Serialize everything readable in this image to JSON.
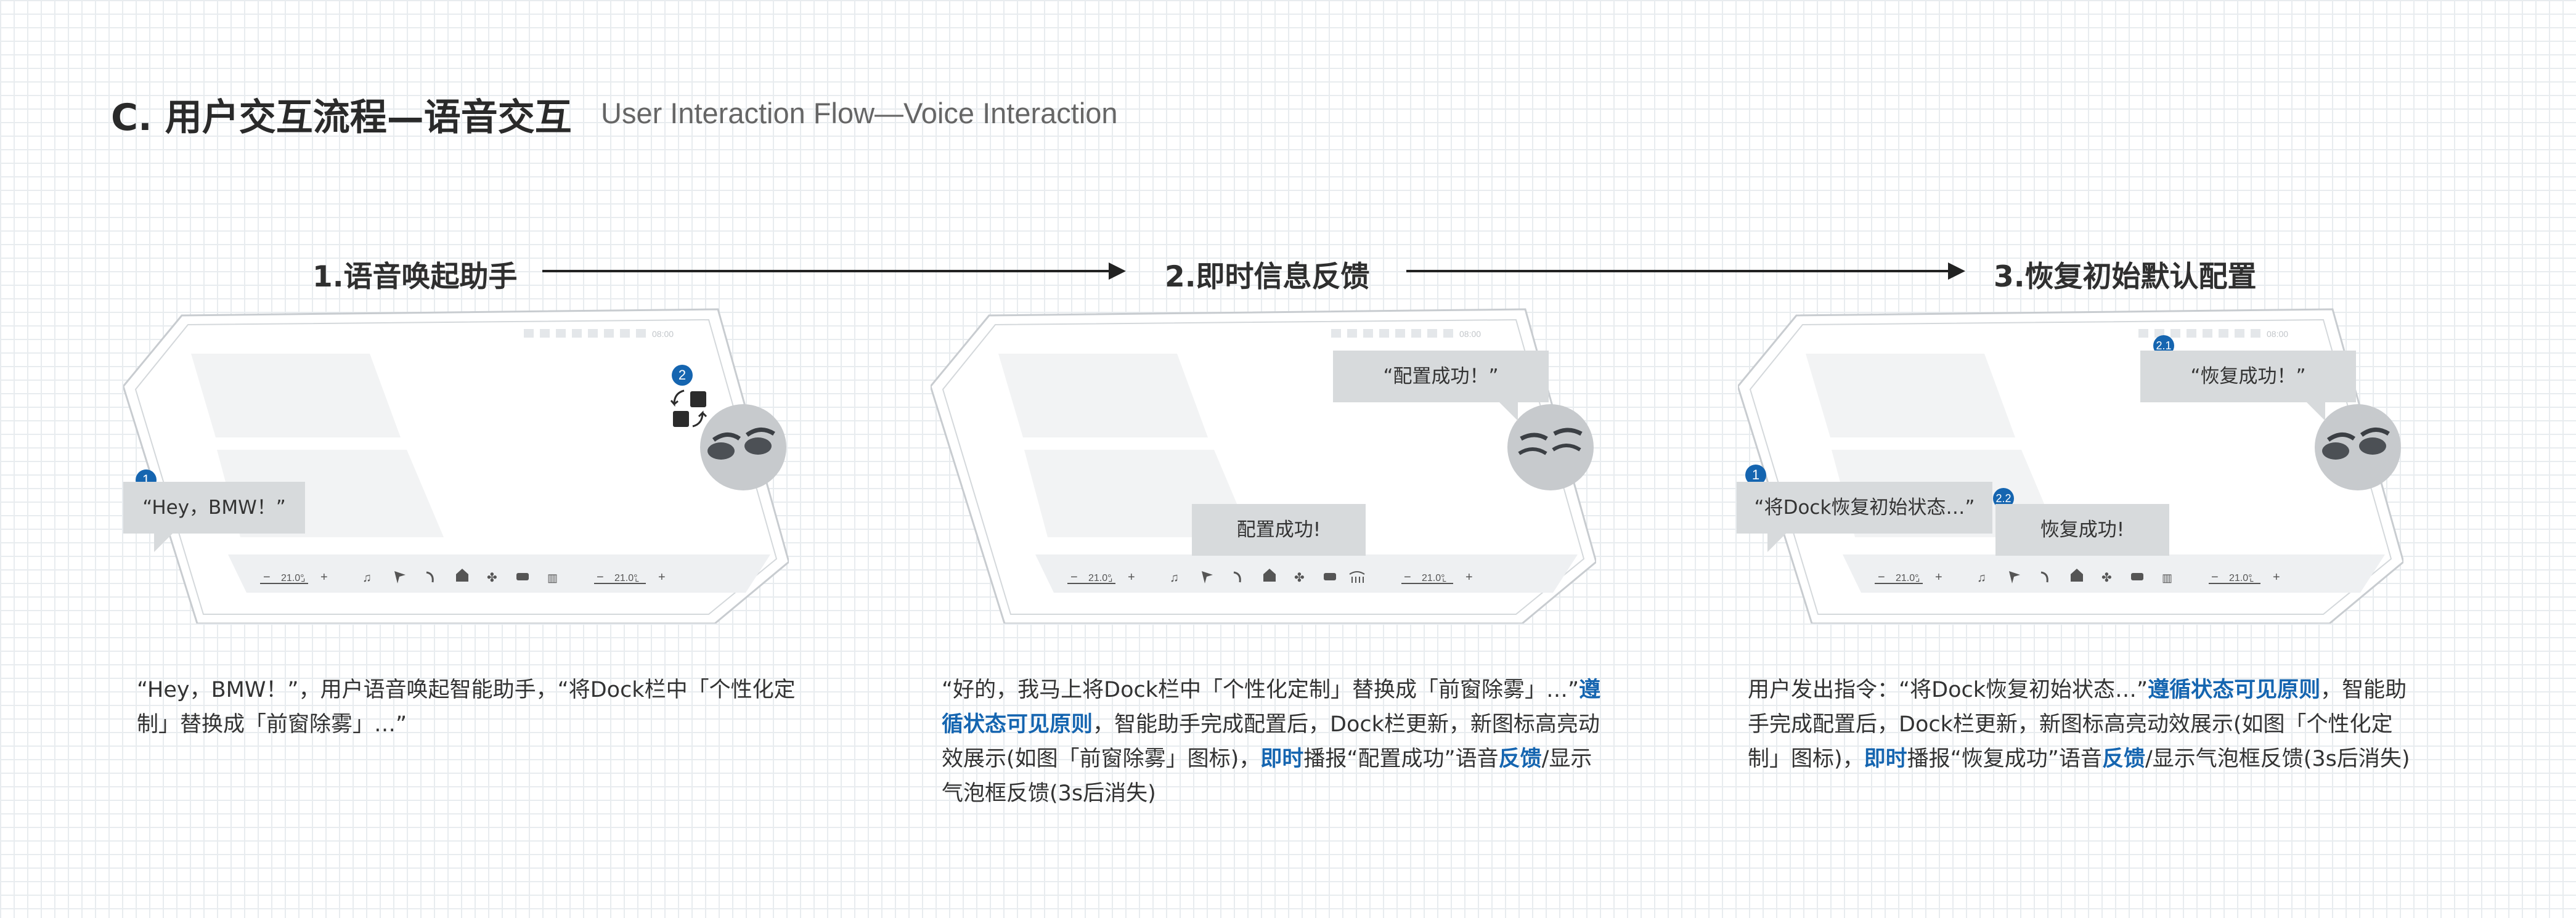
{
  "header": {
    "title_cn": "C. 用户交互流程—语音交互",
    "title_en": "User Interaction Flow—Voice Interaction"
  },
  "steps": [
    {
      "label": "1.语音唤起助手"
    },
    {
      "label": "2.即时信息反馈"
    },
    {
      "label": "3.恢复初始默认配置"
    }
  ],
  "panel1": {
    "marker1": "1",
    "marker2": "2",
    "bubble": "“Hey，BMW！”",
    "time": "08:00",
    "temp_left": "21.0°",
    "temp_right": "21.0°",
    "desc_parts": [
      "“Hey，BMW！”，用户语音唤起智能助手，“将Dock栏中「个性化定制」替换成「前窗除雾」…”"
    ]
  },
  "panel2": {
    "bubble_top": "“配置成功！”",
    "bubble_center": "配置成功!",
    "time": "08:00",
    "temp_left": "21.0°",
    "temp_right": "21.0°",
    "desc_parts": [
      "“好的，我马上将Dock栏中「个性化定制」替换成「前窗除雾」…”",
      "遵循状态可见原则",
      "，智能助手完成配置后，Dock栏更新，新图标高亮动效展示(如图「前窗除雾」图标)，",
      "即时",
      "播报“配置成功”语音",
      "反馈",
      "/显示气泡框反馈(3s后消失)"
    ]
  },
  "panel3": {
    "marker1": "1",
    "marker21": "2.1",
    "marker22": "2.2",
    "bubble_left": "“将Dock恢复初始状态…”",
    "bubble_top": "“恢复成功！”",
    "bubble_center": "恢复成功!",
    "time": "08:00",
    "temp_left": "21.0°",
    "temp_right": "21.0°",
    "desc_parts": [
      "用户发出指令：“将Dock恢复初始状态…”",
      "遵循状态可见原则",
      "，智能助手完成配置后，Dock栏更新，新图标高亮动效展示(如图「个性化定制」图标)，",
      "即时",
      "播报“恢复成功”语音",
      "反馈",
      "/显示气泡框反馈(3s后消失)"
    ]
  },
  "colors": {
    "accent": "#1565b0",
    "bubble": "#d7dadc",
    "frame": "#c8ccd0"
  }
}
